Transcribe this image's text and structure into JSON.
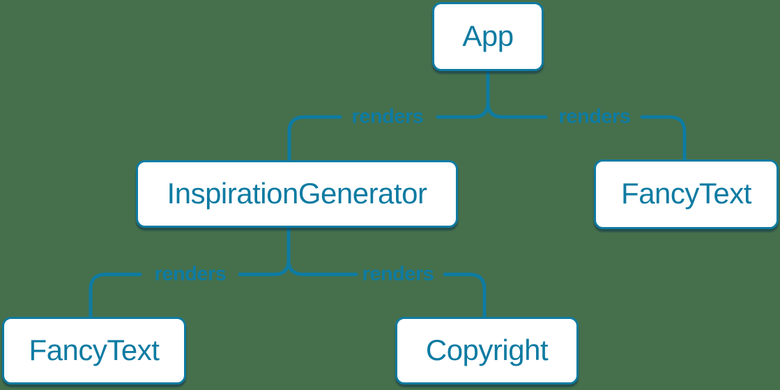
{
  "colors": {
    "background": "#46704C",
    "accent": "#0E7BA2",
    "node_fill": "#FFFFFF",
    "shadow": "rgba(13,50,72,0.55)"
  },
  "nodes": [
    {
      "id": "app",
      "label": "App"
    },
    {
      "id": "inspiration-generator",
      "label": "InspirationGenerator"
    },
    {
      "id": "fancy-text-right",
      "label": "FancyText"
    },
    {
      "id": "fancy-text-left",
      "label": "FancyText"
    },
    {
      "id": "copyright",
      "label": "Copyright"
    }
  ],
  "edges": [
    {
      "from": "App",
      "to": "InspirationGenerator",
      "label": "renders"
    },
    {
      "from": "App",
      "to": "FancyText",
      "label": "renders"
    },
    {
      "from": "InspirationGenerator",
      "to": "FancyText",
      "label": "renders"
    },
    {
      "from": "InspirationGenerator",
      "to": "Copyright",
      "label": "renders"
    }
  ]
}
